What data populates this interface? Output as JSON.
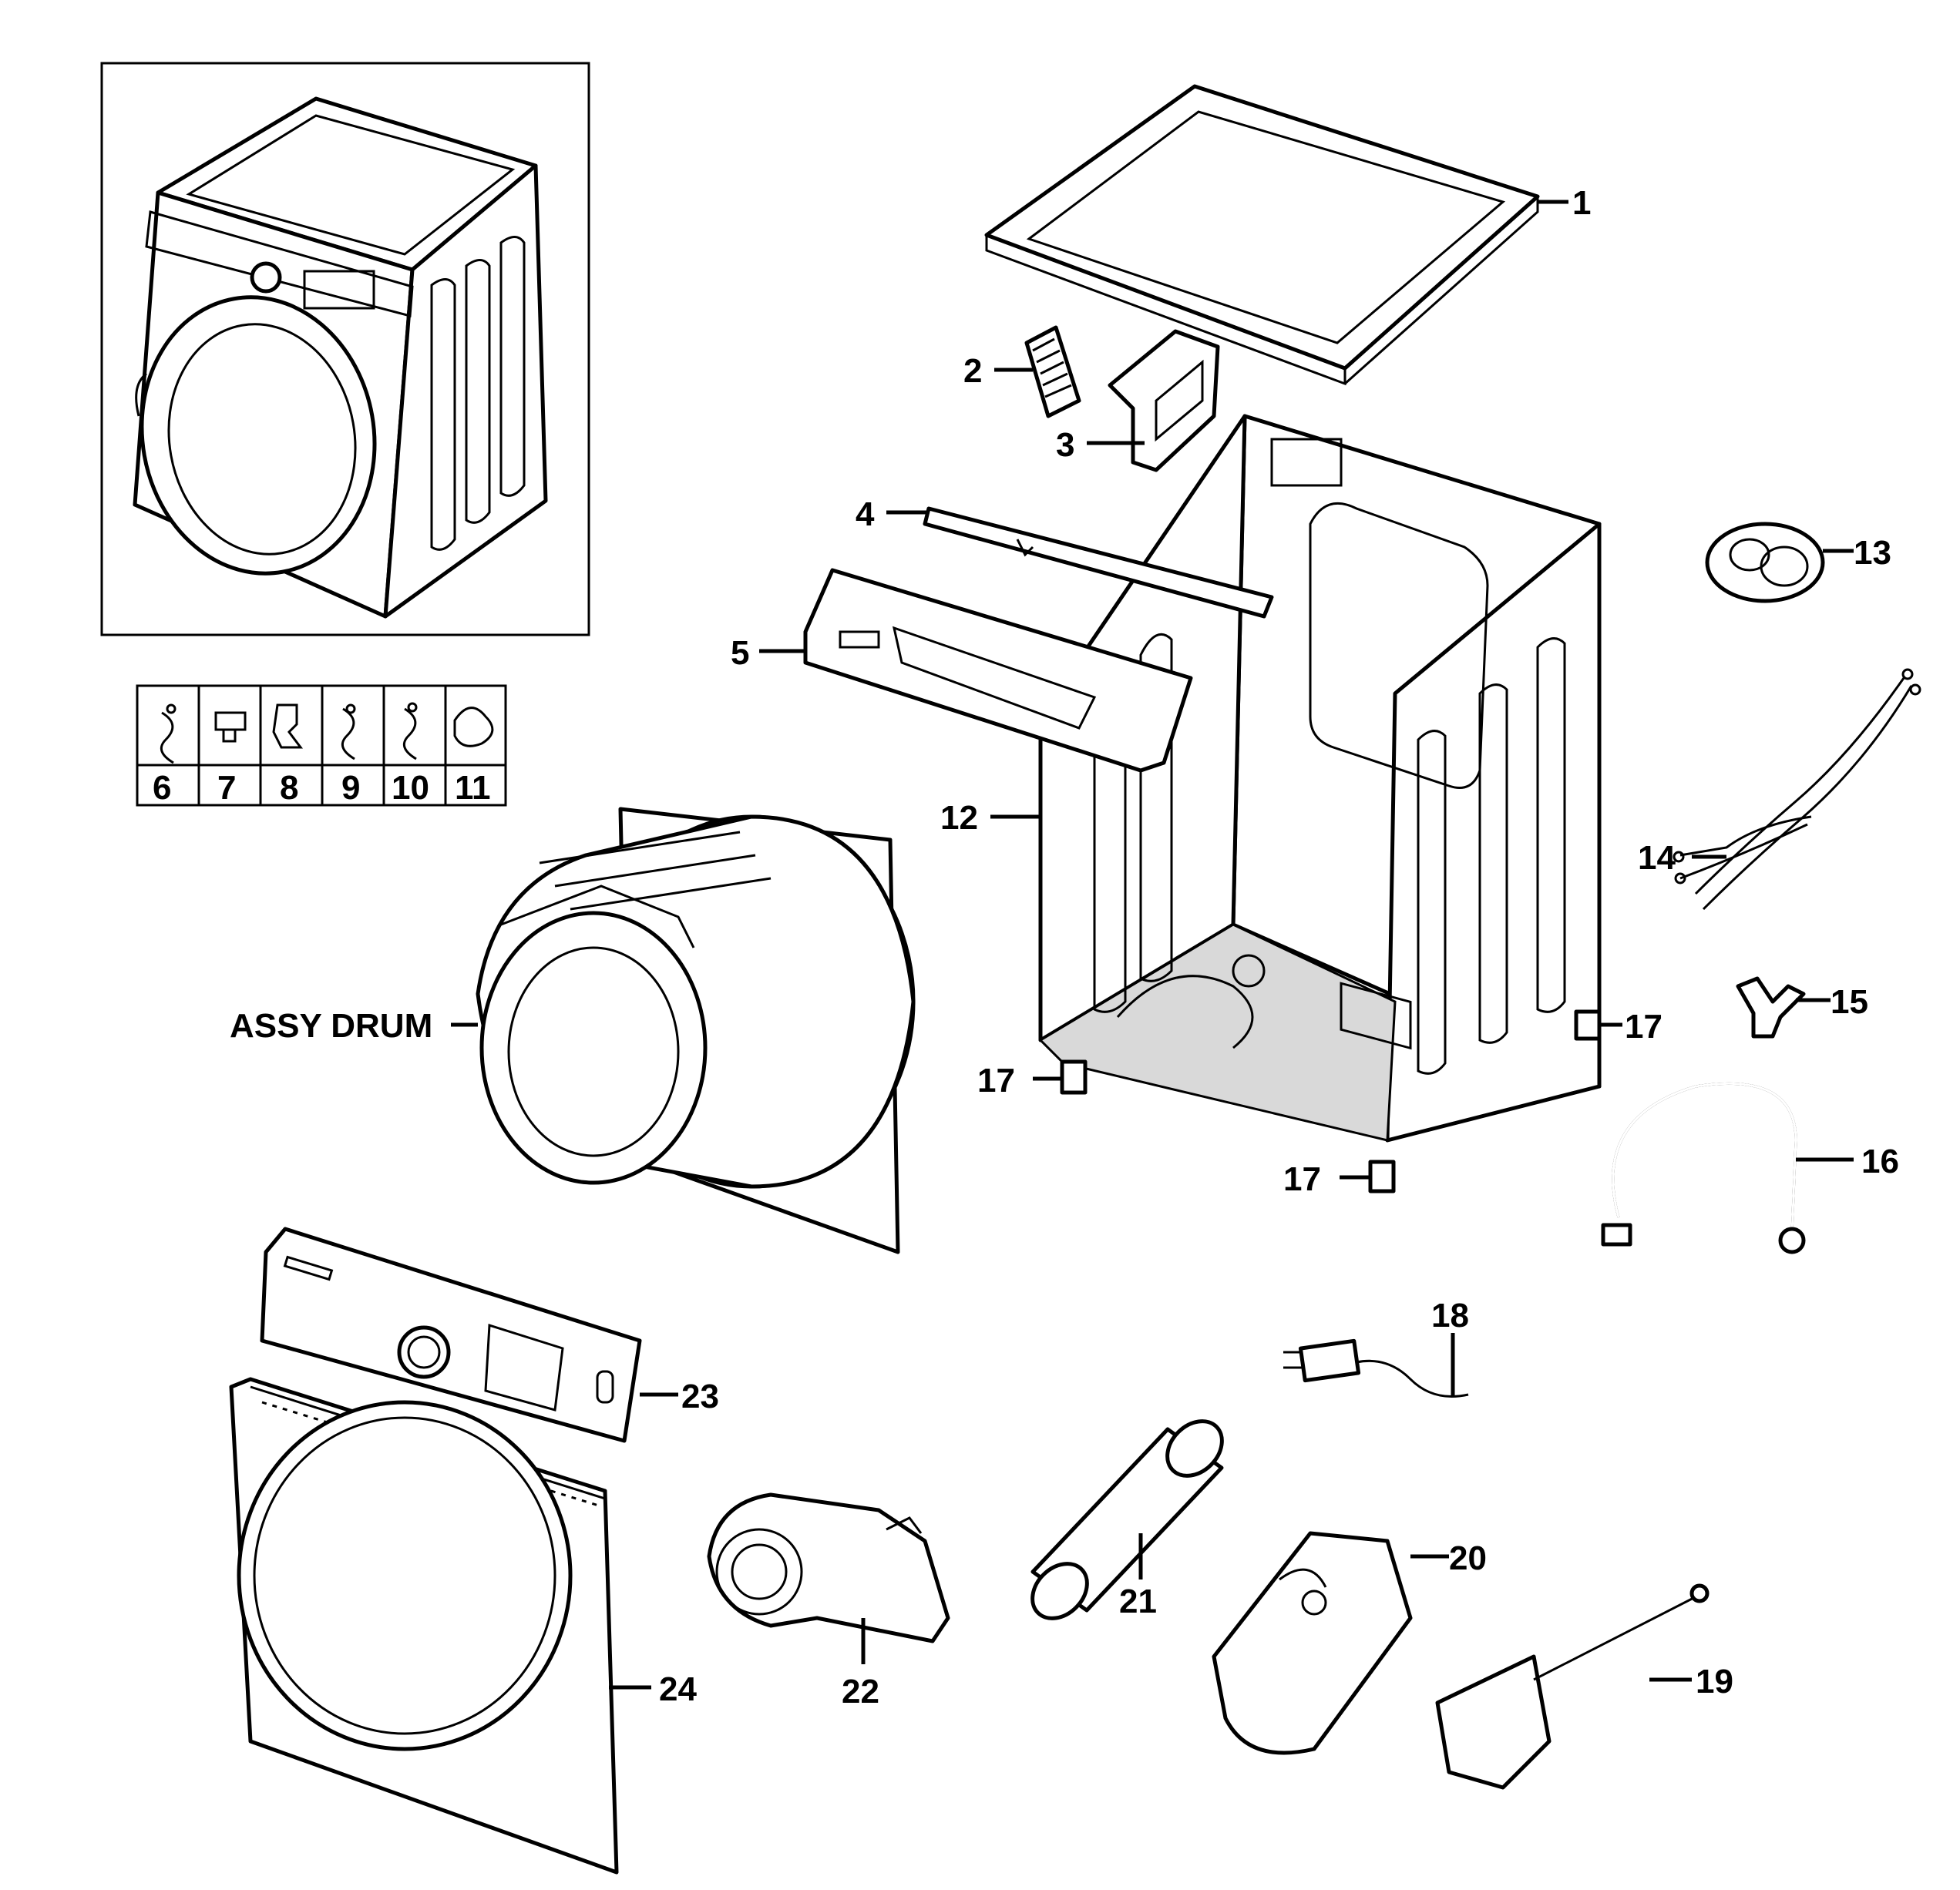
{
  "callouts": {
    "c1": "1",
    "c2": "2",
    "c3": "3",
    "c4": "4",
    "c5": "5",
    "c6": "6",
    "c7": "7",
    "c8": "8",
    "c9": "9",
    "c10": "10",
    "c11": "11",
    "c12": "12",
    "c13": "13",
    "c14": "14",
    "c15": "15",
    "c16": "16",
    "c17a": "17",
    "c17b": "17",
    "c17c": "17",
    "c18": "18",
    "c19": "19",
    "c20": "20",
    "c21": "21",
    "c22": "22",
    "c23": "23",
    "c24": "24",
    "assy_drum": "ASSY DRUM"
  }
}
